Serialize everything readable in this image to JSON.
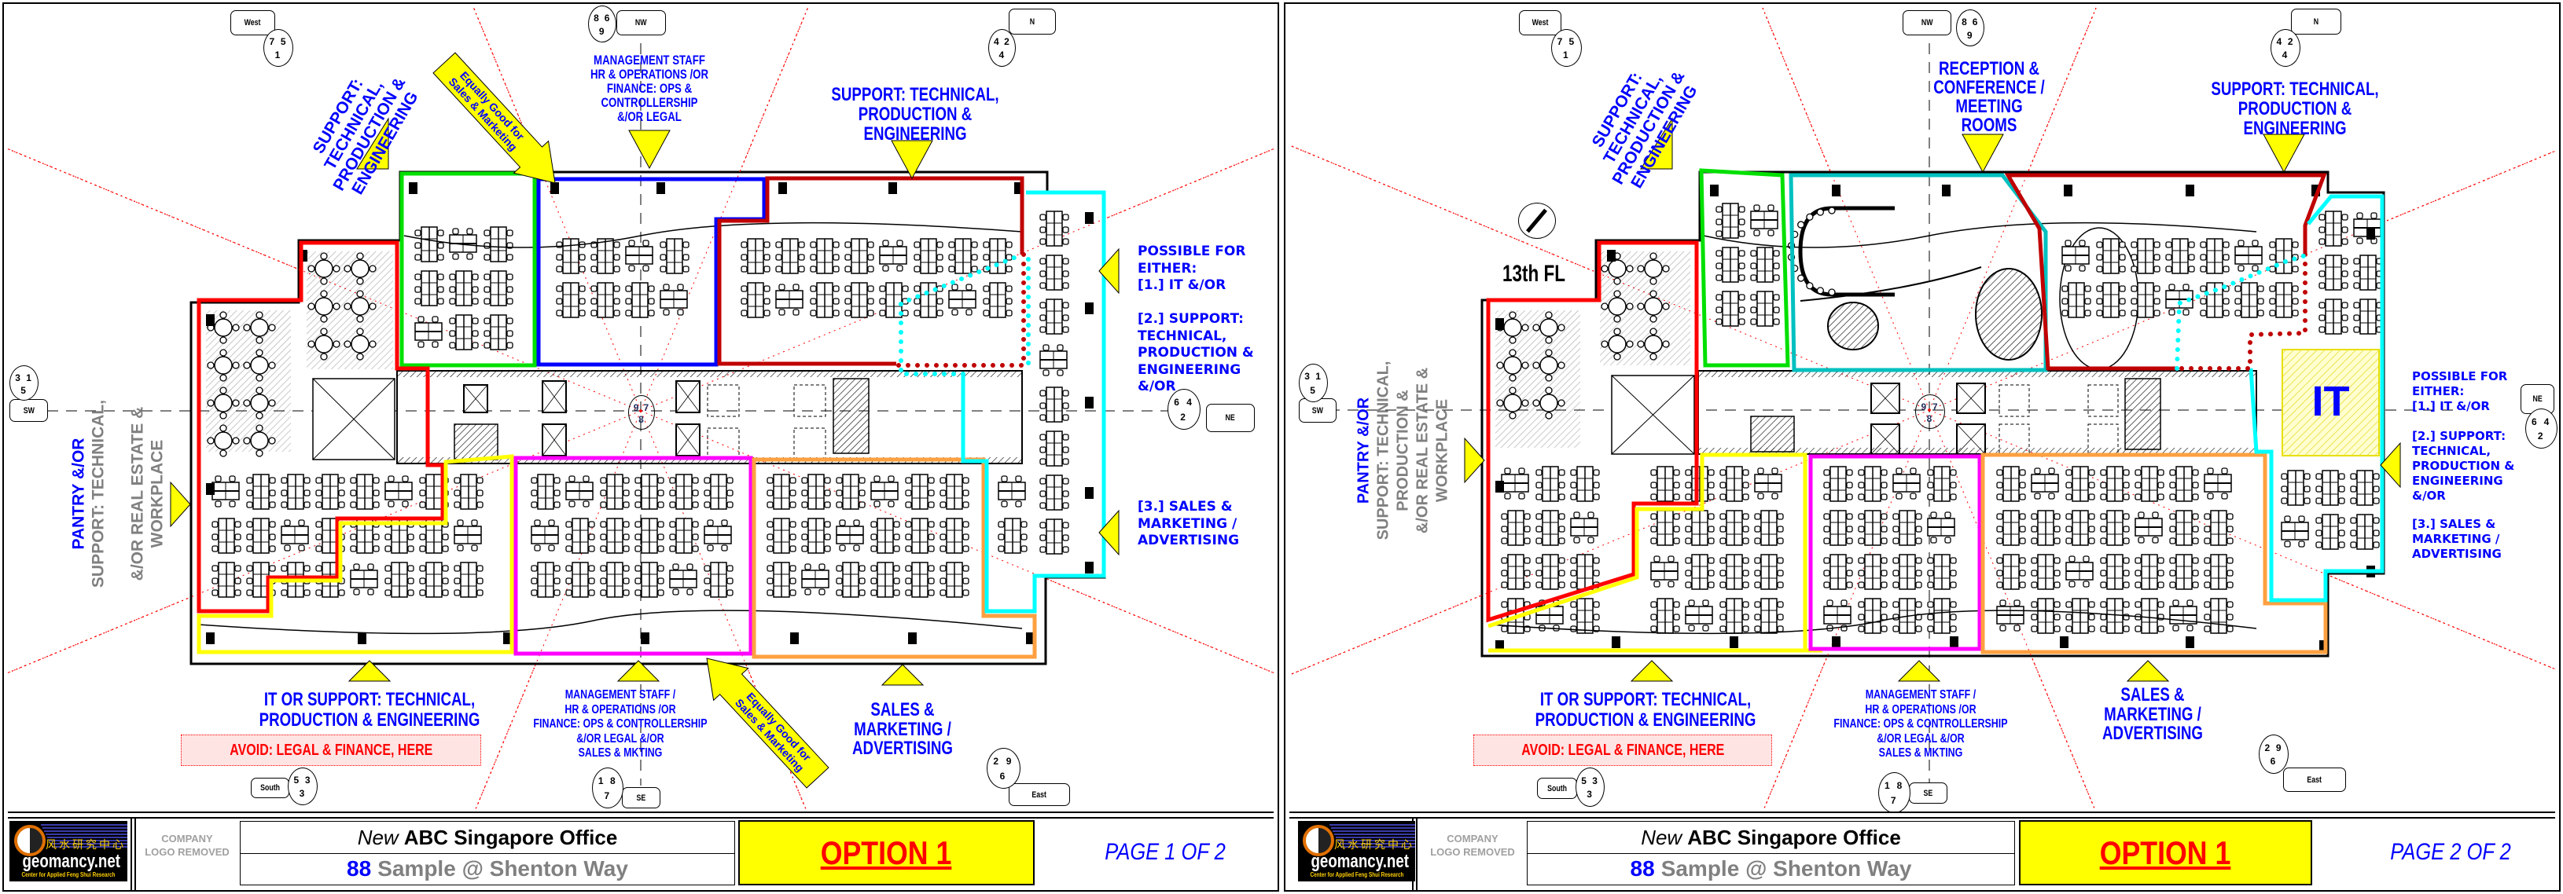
{
  "zone_colors": {
    "red": "#ff0000",
    "dark_red": "#c00000",
    "green": "#00e000",
    "blue": "#0000ff",
    "teal": "#00c0c0",
    "cyan": "#00ffff",
    "yellow": "#ffff00",
    "magenta": "#ff00ff",
    "orange": "#ffa040"
  },
  "pages": [
    {
      "compass": {
        "west": {
          "label": "West",
          "stars": [
            "7",
            "5",
            "1"
          ]
        },
        "nw": {
          "label": "NW",
          "stars": [
            "8",
            "6",
            "9"
          ]
        },
        "n": {
          "label": "N",
          "stars": [
            "4",
            "2",
            "4"
          ]
        },
        "ne": {
          "label": "NE",
          "stars": [
            "6",
            "4",
            "2"
          ]
        },
        "east": {
          "label": "East",
          "stars": [
            "2",
            "9",
            "6"
          ]
        },
        "se": {
          "label": "SE",
          "stars": [
            "1",
            "8",
            "7"
          ]
        },
        "south": {
          "label": "South",
          "stars": [
            "5",
            "3",
            "3"
          ]
        },
        "sw": {
          "label": "SW",
          "stars": [
            "3",
            "1",
            "5"
          ]
        },
        "center": {
          "stars": [
            "9",
            "7",
            "8"
          ]
        }
      },
      "labels": {
        "top_left": [
          "SUPPORT:",
          "TECHNICAL,",
          "PRODUCTION &",
          "ENGINEERING"
        ],
        "top_mid": [
          "MANAGEMENT STAFF",
          "HR & OPERATIONS /OR",
          "FINANCE: OPS &",
          "CONTROLLERSHIP",
          "&/OR LEGAL"
        ],
        "top_right": [
          "SUPPORT: TECHNICAL,",
          "PRODUCTION &",
          "ENGINEERING"
        ],
        "right_1": [
          "POSSIBLE FOR",
          "EITHER:",
          "[1.]  IT &/OR"
        ],
        "right_2": [
          "[2.]  SUPPORT:",
          "TECHNICAL,",
          "PRODUCTION &",
          "ENGINEERING",
          "&/OR"
        ],
        "right_3": [
          "[3.] SALES &",
          "MARKETING /",
          "ADVERTISING"
        ],
        "left_primary": "PANTRY &/OR",
        "left_secondary": [
          "SUPPORT: TECHNICAL,",
          "&/OR REAL ESTATE &",
          "WORKPLACE"
        ],
        "bottom_left": [
          "IT OR SUPPORT: TECHNICAL,",
          "PRODUCTION & ENGINEERING"
        ],
        "avoid": "AVOID: LEGAL & FINANCE, HERE",
        "bottom_mid": [
          "MANAGEMENT STAFF /",
          "HR & OPERATIONS /OR",
          "FINANCE: OPS & CONTROLLERSHIP",
          "&/OR LEGAL &/OR",
          "SALES & MKTING"
        ],
        "bottom_right": [
          "SALES &",
          "MARKETING /",
          "ADVERTISING"
        ],
        "arrow_top": [
          "Equally Good for",
          "Sales & Marketing"
        ],
        "arrow_bottom": [
          "Equally Good for",
          "Sales & Marketing"
        ]
      },
      "title_block": {
        "logo_chinese": "风水研究中心",
        "logo_name": "geomancy.net",
        "logo_tagline": "Center for Applied Feng Shui Research",
        "company_logo": [
          "COMPANY",
          "LOGO REMOVED"
        ],
        "title_italic": "New",
        "title_rest": "ABC Singapore Office",
        "address_number": "88",
        "address_rest": "Sample @ Shenton Way",
        "option": "OPTION 1",
        "page": "PAGE 1 OF 2"
      }
    },
    {
      "compass": {
        "west": {
          "label": "West",
          "stars": [
            "7",
            "5",
            "1"
          ]
        },
        "nw": {
          "label": "NW",
          "stars": [
            "8",
            "6",
            "9"
          ]
        },
        "n": {
          "label": "N",
          "stars": [
            "4",
            "2",
            "4"
          ]
        },
        "ne": {
          "label": "NE",
          "stars": [
            "6",
            "4",
            "2"
          ]
        },
        "east": {
          "label": "East",
          "stars": [
            "2",
            "9",
            "6"
          ]
        },
        "se": {
          "label": "SE",
          "stars": [
            "1",
            "8",
            "7"
          ]
        },
        "south": {
          "label": "South",
          "stars": [
            "5",
            "3",
            "3"
          ]
        },
        "sw": {
          "label": "SW",
          "stars": [
            "3",
            "1",
            "5"
          ]
        },
        "center": {
          "stars": [
            "9",
            "7",
            "8"
          ]
        }
      },
      "floor_label": "13th FL",
      "it_room_label": "IT",
      "labels": {
        "top_left": [
          "SUPPORT:",
          "TECHNICAL,",
          "PRODUCTION &",
          "ENGINEERING"
        ],
        "top_mid": [
          "RECEPTION &",
          "CONFERENCE /",
          "MEETING",
          "ROOMS"
        ],
        "top_right": [
          "SUPPORT: TECHNICAL,",
          "PRODUCTION &",
          "ENGINEERING"
        ],
        "right_1": [
          "POSSIBLE FOR",
          "EITHER:",
          "[1.]  IT &/OR"
        ],
        "right_2": [
          "[2.]  SUPPORT:",
          "TECHNICAL,",
          "PRODUCTION &",
          "ENGINEERING",
          "&/OR"
        ],
        "right_3": [
          "[3.] SALES &",
          "MARKETING /",
          "ADVERTISING"
        ],
        "left_primary": "PANTRY &/OR",
        "left_secondary": [
          "SUPPORT: TECHNICAL,",
          "PRODUCTION &",
          "&/OR REAL ESTATE &",
          "WORKPLACE"
        ],
        "bottom_left": [
          "IT OR SUPPORT: TECHNICAL,",
          "PRODUCTION & ENGINEERING"
        ],
        "avoid": "AVOID: LEGAL & FINANCE, HERE",
        "bottom_mid": [
          "MANAGEMENT STAFF /",
          "HR & OPERATIONS /OR",
          "FINANCE: OPS & CONTROLLERSHIP",
          "&/OR LEGAL &/OR",
          "SALES & MKTING"
        ],
        "bottom_right": [
          "SALES &",
          "MARKETING /",
          "ADVERTISING"
        ]
      },
      "title_block": {
        "logo_chinese": "风水研究中心",
        "logo_name": "geomancy.net",
        "logo_tagline": "Center for Applied Feng Shui Research",
        "company_logo": [
          "COMPANY",
          "LOGO REMOVED"
        ],
        "title_italic": "New",
        "title_rest": "ABC Singapore Office",
        "address_number": "88",
        "address_rest": "Sample @ Shenton Way",
        "option": "OPTION 1",
        "page": "PAGE 2 OF 2"
      }
    }
  ]
}
